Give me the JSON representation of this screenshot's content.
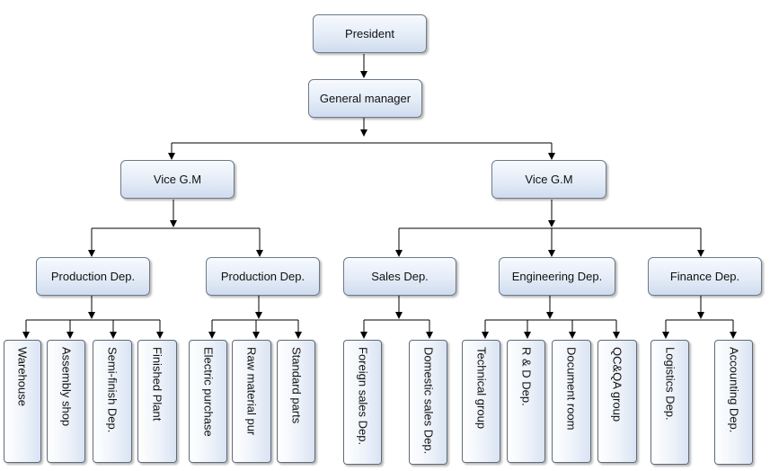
{
  "nodes": {
    "president": "President",
    "general_manager": "General manager",
    "vice_gm_left": "Vice G.M",
    "vice_gm_right": "Vice G.M",
    "production_dep_1": "Production Dep.",
    "production_dep_2": "Production Dep.",
    "sales_dep": "Sales Dep.",
    "engineering_dep": "Engineering Dep.",
    "finance_dep": "Finance Dep."
  },
  "units": {
    "production_dep_1": [
      "Warehouse",
      "Assembly shop",
      "Semi-finish Dep.",
      "Finished Plant"
    ],
    "production_dep_2": [
      "Electric purchase",
      "Raw material pur",
      "Standard parts"
    ],
    "sales_dep": [
      "Foreign sales Dep.",
      "Domestic sales Dep."
    ],
    "engineering_dep": [
      "Technical group",
      "R & D Dep.",
      "Document room",
      "QC&QA group"
    ],
    "finance_dep": [
      "Logistics Dep.",
      "Accounting Dep."
    ]
  },
  "colors": {
    "connector": "#000000",
    "box_border": "#6d7a88",
    "box_fill_top": "#f7fafe",
    "box_fill_bottom": "#cfdcef"
  }
}
